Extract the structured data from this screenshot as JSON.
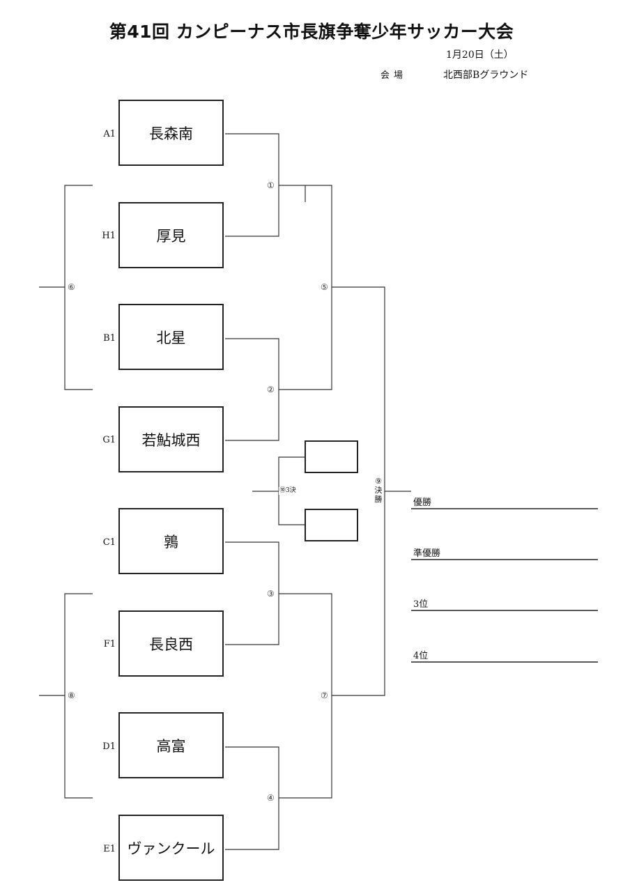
{
  "header": {
    "title": "第41回 カンピーナス市長旗争奪少年サッカー大会",
    "date": "1月20日（土）",
    "venue_label": "会場",
    "venue": "北西部Bグラウンド"
  },
  "teams": [
    {
      "seed": "A1",
      "name": "長森南"
    },
    {
      "seed": "H1",
      "name": "厚見"
    },
    {
      "seed": "B1",
      "name": "北星"
    },
    {
      "seed": "G1",
      "name": "若鮎城西"
    },
    {
      "seed": "C1",
      "name": "鶉"
    },
    {
      "seed": "F1",
      "name": "長良西"
    },
    {
      "seed": "D1",
      "name": "高富"
    },
    {
      "seed": "E1",
      "name": "ヴァンクール"
    }
  ],
  "matches": {
    "m1": "①",
    "m2": "②",
    "m3": "③",
    "m4": "④",
    "m5": "⑤",
    "m6": "⑥",
    "m7": "⑦",
    "m8": "⑧",
    "m9": "⑨",
    "final": "決勝",
    "third_place": "⑩3決"
  },
  "results": {
    "winner": "優勝",
    "runner_up": "準優勝",
    "third": "3位",
    "fourth": "4位"
  }
}
